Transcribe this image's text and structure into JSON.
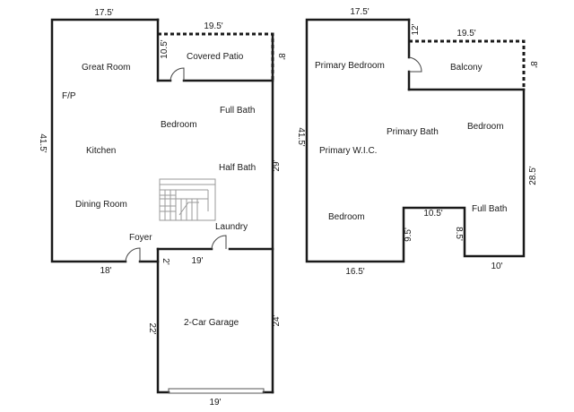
{
  "colors": {
    "wall": "#1a1a1a",
    "background": "#ffffff",
    "stair": "#9a9a9a"
  },
  "first_floor": {
    "dims": {
      "top_left": "17.5'",
      "top_patio": "19.5'",
      "patio_left": "10.5'",
      "patio_right": "8'",
      "left_side": "41.5'",
      "right_side": "29'",
      "bottom_left": "18'",
      "garage_step": "2'",
      "garage_top": "19'",
      "garage_left": "22'",
      "garage_right": "24'",
      "garage_bottom": "19'"
    },
    "rooms": {
      "great_room": "Great Room",
      "covered_patio": "Covered Patio",
      "fireplace": "F/P",
      "full_bath": "Full Bath",
      "bedroom": "Bedroom",
      "kitchen": "Kitchen",
      "half_bath": "Half Bath",
      "dining_room": "Dining Room",
      "laundry": "Laundry",
      "foyer": "Foyer",
      "garage": "2-Car Garage"
    }
  },
  "second_floor": {
    "dims": {
      "top_left": "17.5'",
      "top_step": "12'",
      "top_balcony": "19.5'",
      "balcony_right": "8'",
      "left_side": "41.5'",
      "right_side": "28.5'",
      "notch_top": "10.5'",
      "notch_left": "9.5'",
      "notch_right": "8.5'",
      "bottom_left": "16.5'",
      "bottom_right": "10'"
    },
    "rooms": {
      "primary_bedroom": "Primary Bedroom",
      "balcony": "Balcony",
      "primary_bath": "Primary Bath",
      "bedroom_right": "Bedroom",
      "primary_wic": "Primary W.I.C.",
      "bedroom_left": "Bedroom",
      "full_bath": "Full Bath"
    }
  }
}
